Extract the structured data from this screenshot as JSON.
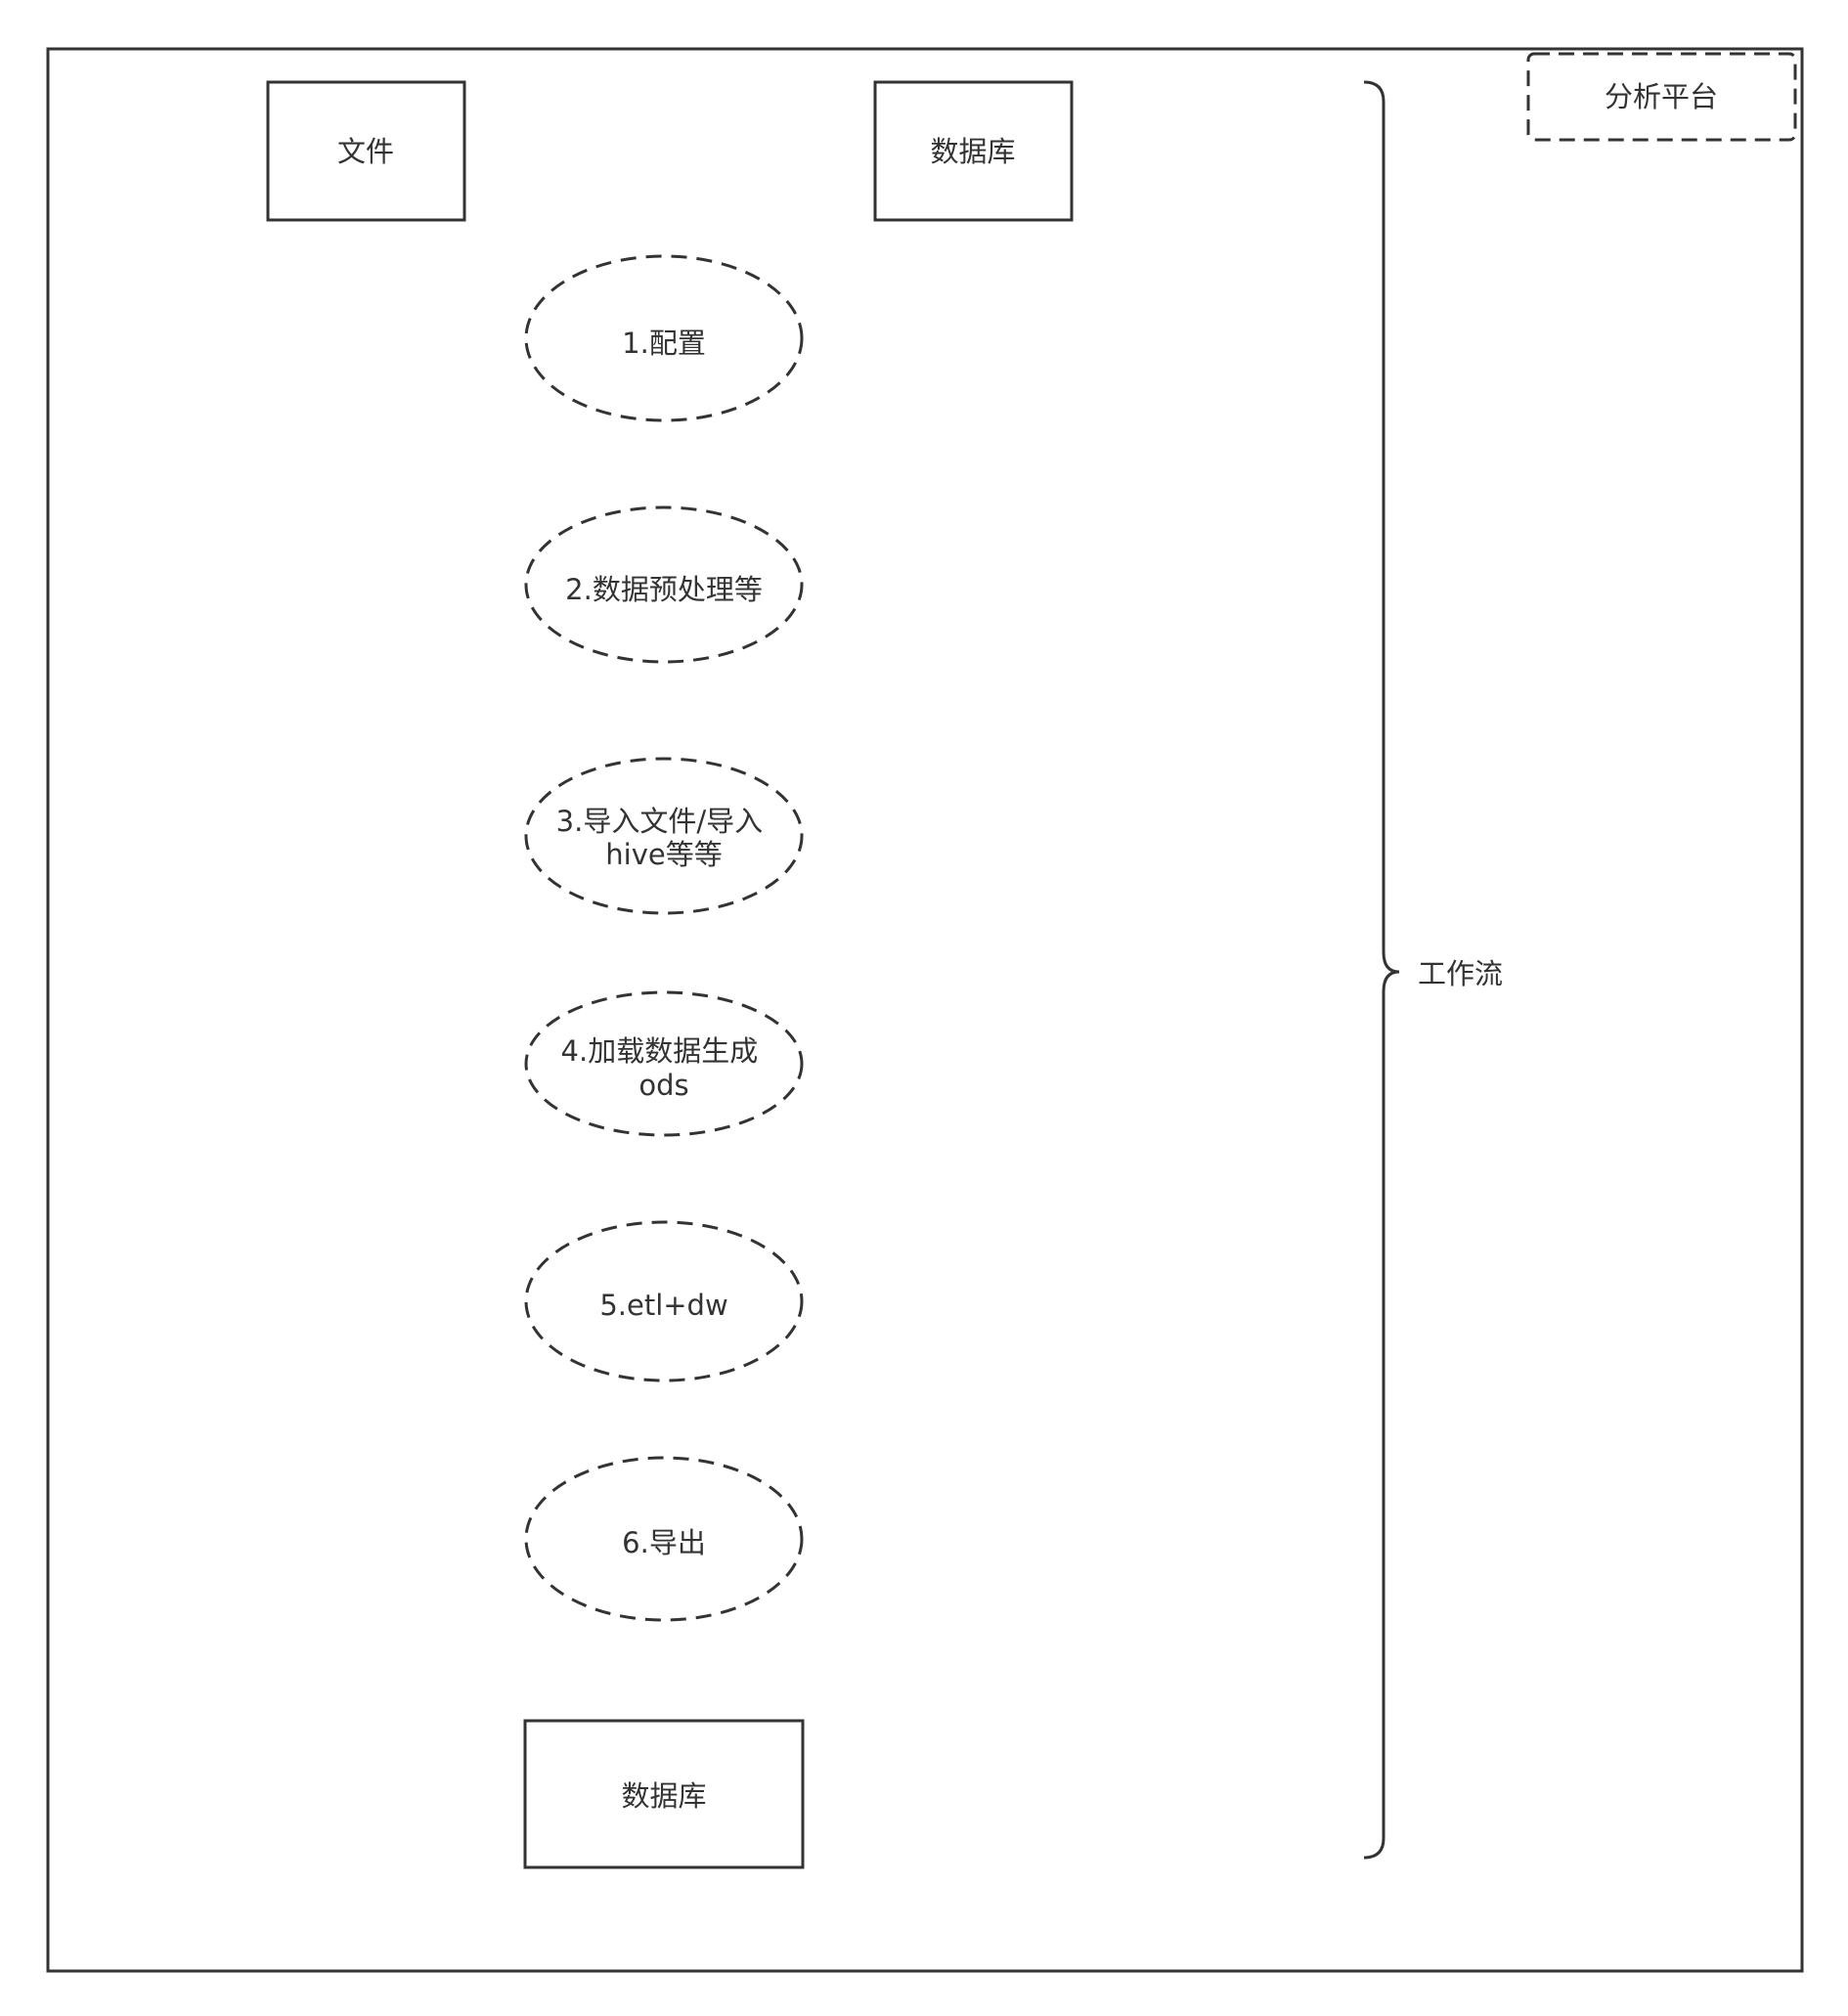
{
  "platform": {
    "label": "分析平台"
  },
  "sources": {
    "file_label": "文件",
    "database_label": "数据库"
  },
  "steps": [
    {
      "lines": [
        "1.配置"
      ]
    },
    {
      "lines": [
        "2.数据预处理等"
      ]
    },
    {
      "lines": [
        "3.导入文件/导入",
        "hive等等"
      ]
    },
    {
      "lines": [
        "4.加载数据生成",
        "ods"
      ]
    },
    {
      "lines": [
        "5.etl+dw"
      ]
    },
    {
      "lines": [
        "6.导出"
      ]
    }
  ],
  "target": {
    "database_label": "数据库"
  },
  "workflow": {
    "label": "工作流"
  },
  "colors": {
    "stroke": "#333333",
    "background": "#ffffff"
  }
}
